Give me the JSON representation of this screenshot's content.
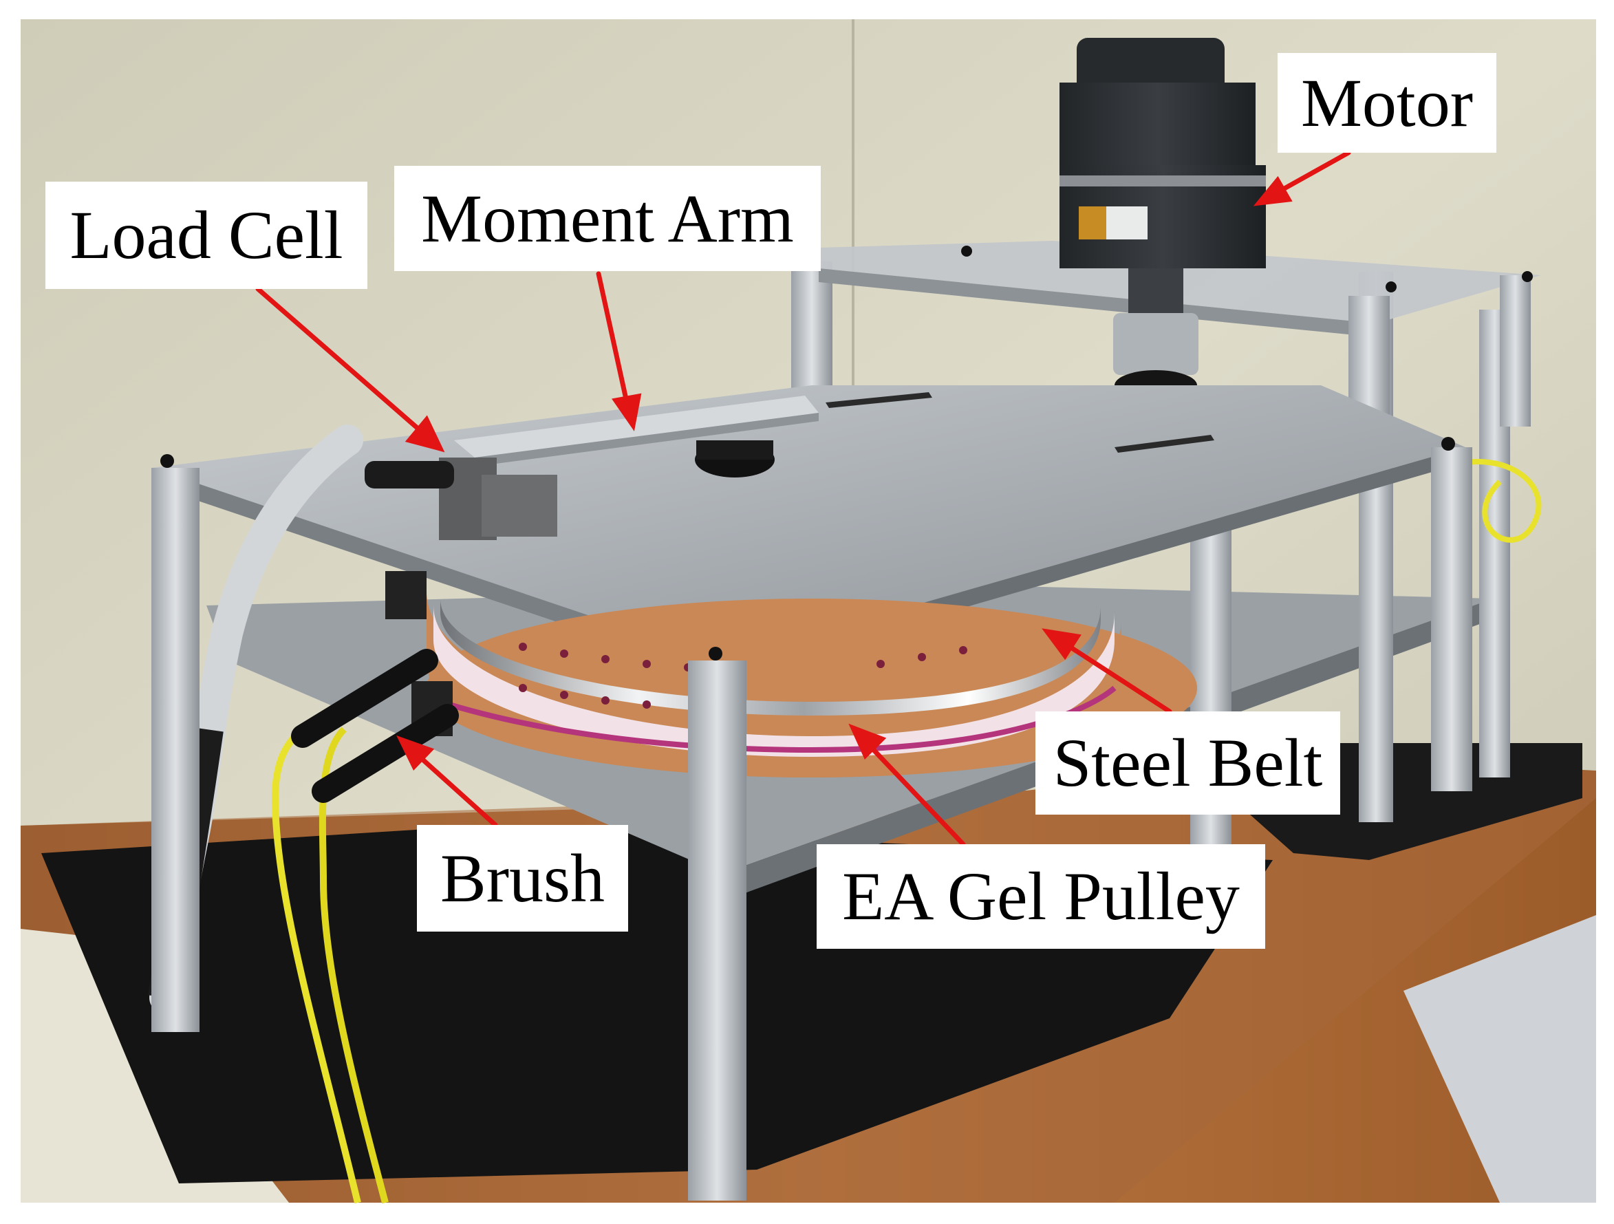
{
  "figure": {
    "labels": {
      "load_cell": "Load Cell",
      "moment_arm": "Moment Arm",
      "motor": "Motor",
      "steel_belt": "Steel Belt",
      "ea_gel_pulley": "EA Gel Pulley",
      "brush": "Brush"
    },
    "colors": {
      "arrow": "#e31414",
      "label_background": "#ffffff",
      "frame_metal": "#b9bcbe",
      "wall": "#d7d6c4",
      "desk": "#b46f3a",
      "base_plate": "#141414",
      "motor_body": "#2e3134",
      "belt_copper": "#c98856",
      "belt_magenta": "#b5357c",
      "cable_yellow": "#e9e22d"
    }
  }
}
